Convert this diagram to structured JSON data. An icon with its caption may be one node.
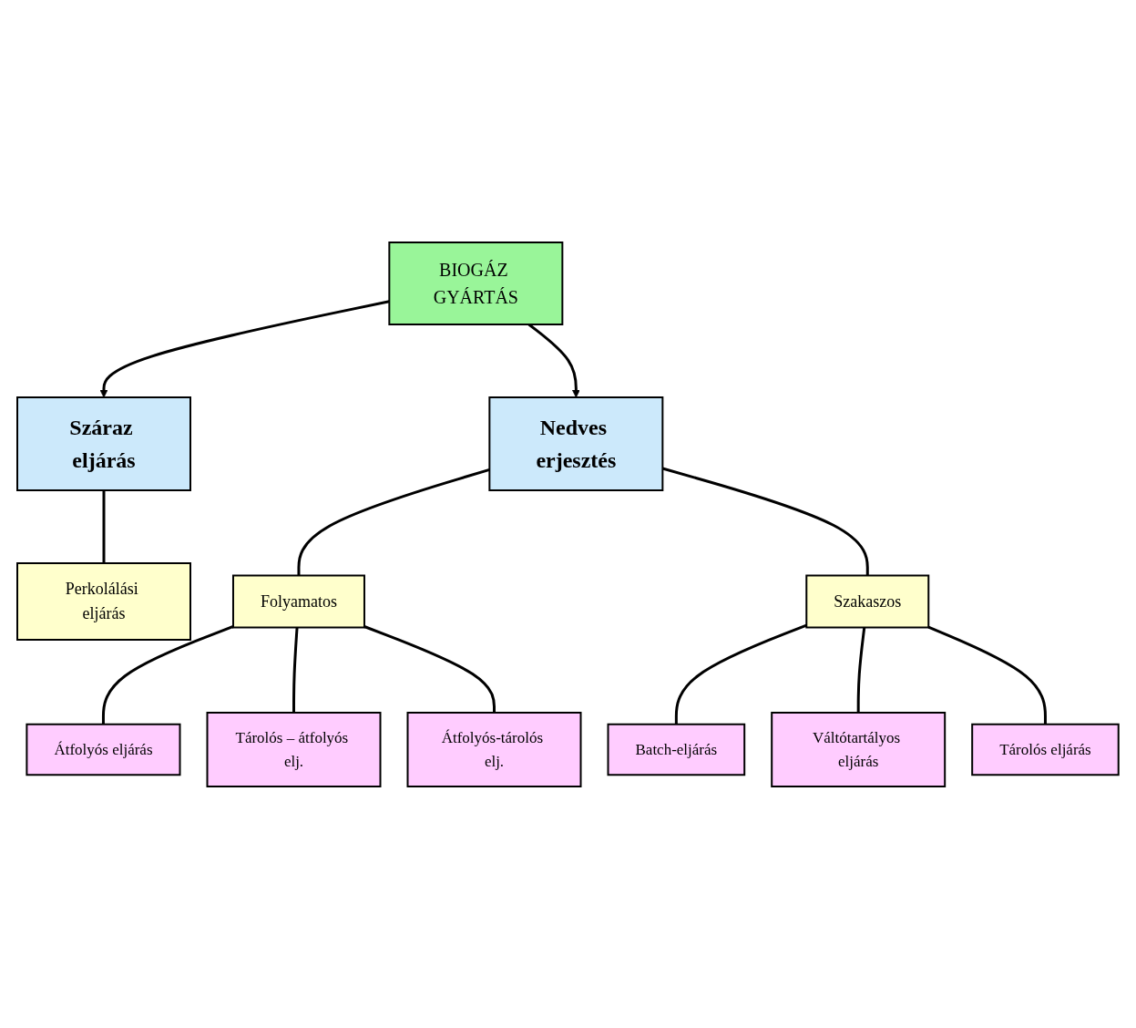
{
  "diagram": {
    "nodes": [
      {
        "text": [
          "BIOGÁZ GYÁRTÁS"
        ]
      },
      {
        "text": [
          "Száraz eljárás"
        ]
      },
      {
        "text": [
          "Nedves erjesztés"
        ]
      },
      {
        "text": [
          "Perkolálási eljárás"
        ]
      },
      {
        "text": [
          "Folyamatos"
        ]
      },
      {
        "text": [
          "Szakaszos"
        ]
      },
      {
        "text": [
          "Átfolyós eljárás"
        ]
      },
      {
        "text": [
          "Tárolós – átfolyós elj."
        ]
      },
      {
        "text": [
          "Átfolyós-tárolós elj."
        ]
      },
      {
        "text": [
          "Batch-eljárás"
        ]
      },
      {
        "text": [
          "Váltótartályos eljárás"
        ]
      },
      {
        "text": [
          "Tárolós eljárás"
        ]
      }
    ],
    "edges": [
      {
        "from": 0,
        "to": 1,
        "arrow": "to"
      },
      {
        "from": 0,
        "to": 2,
        "arrow": "to"
      },
      {
        "from": 1,
        "to": 3,
        "arrow": "none"
      },
      {
        "from": 2,
        "to": 4,
        "arrow": "none"
      },
      {
        "from": 2,
        "to": 5,
        "arrow": "none"
      },
      {
        "from": 4,
        "to": 6,
        "arrow": "none"
      },
      {
        "from": 4,
        "to": 7,
        "arrow": "none"
      },
      {
        "from": 4,
        "to": 8,
        "arrow": "none"
      },
      {
        "from": 5,
        "to": 9,
        "arrow": "none"
      },
      {
        "from": 5,
        "to": 10,
        "arrow": "none"
      },
      {
        "from": 5,
        "to": 11,
        "arrow": "none"
      }
    ]
  }
}
